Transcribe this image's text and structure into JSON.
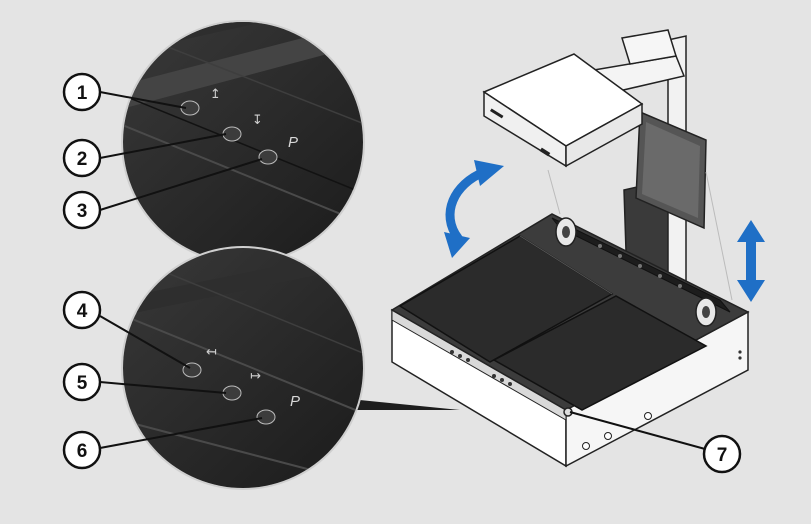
{
  "callouts": [
    {
      "id": "1",
      "label": "1"
    },
    {
      "id": "2",
      "label": "2"
    },
    {
      "id": "3",
      "label": "3"
    },
    {
      "id": "4",
      "label": "4"
    },
    {
      "id": "5",
      "label": "5"
    },
    {
      "id": "6",
      "label": "6"
    },
    {
      "id": "7",
      "label": "7"
    }
  ],
  "button_glyphs": {
    "top": [
      "↥",
      "↧",
      "P"
    ],
    "bottom": [
      "↤",
      "↦",
      "P"
    ]
  },
  "colors": {
    "background": "#e4e4e4",
    "panel_dark": "#262626",
    "arrow_blue": "#1f6fc6",
    "device_body": "#ffffff",
    "outline": "#222222"
  }
}
